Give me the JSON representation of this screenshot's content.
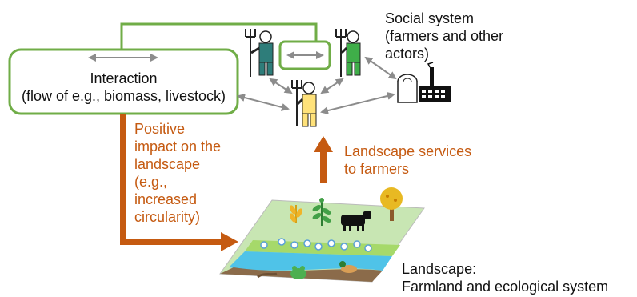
{
  "colors": {
    "frame_green": "#70ad47",
    "arrow_orange": "#c55a11",
    "arrow_gray": "#8c8c8c",
    "text_black": "#111111"
  },
  "labels": {
    "interaction": "Interaction\n(flow of e.g., biomass, livestock)",
    "social_system": "Social system\n(farmers and other\nactors)",
    "positive_impact": "Positive\nimpact on the\nlandscape\n(e.g.,\nincreased\ncircularity)",
    "landscape_services": "Landscape services\nto farmers",
    "landscape": "Landscape:\nFarmland and ecological system"
  },
  "icons": [
    "farmer-teal-icon",
    "farmer-green-icon",
    "farmer-yellow-icon",
    "factory-icon",
    "wheat-icon",
    "plant-icon",
    "cow-icon",
    "tree-icon",
    "flower-icon",
    "frog-icon",
    "duck-icon",
    "lizard-icon"
  ]
}
